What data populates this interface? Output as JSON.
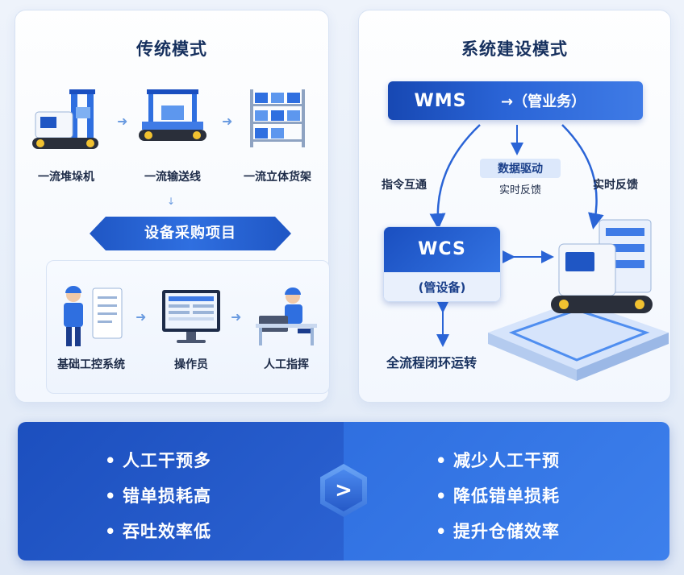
{
  "traditional": {
    "title": "传统模式",
    "equipment": [
      {
        "label": "一流堆垛机",
        "icon": "stacker-crane-icon"
      },
      {
        "label": "一流输送线",
        "icon": "conveyor-icon"
      },
      {
        "label": "一流立体货架",
        "icon": "storage-rack-icon"
      }
    ],
    "procurement_label": "设备采购项目",
    "people": [
      {
        "label": "基础工控系统",
        "icon": "engineer-document-icon"
      },
      {
        "label": "操作员",
        "icon": "monitor-icon"
      },
      {
        "label": "人工指挥",
        "icon": "desk-worker-icon"
      }
    ]
  },
  "system": {
    "title": "系统建设模式",
    "wms": {
      "name": "WMS",
      "desc": "→（管业务）"
    },
    "data_driven": "数据驱动",
    "realtime_feedback_center": "实时反馈",
    "command_label": "指令互通",
    "feedback_label": "实时反馈",
    "wcs": {
      "name": "WCS",
      "desc": "(管设备)"
    },
    "loop_label": "全流程闭环运转"
  },
  "comparison": {
    "before": [
      "人工干预多",
      "错单损耗高",
      "吞吐效率低"
    ],
    "after": [
      "减少人工干预",
      "降低错单损耗",
      "提升仓储效率"
    ],
    "bullet": "•",
    "arrow": ">"
  }
}
